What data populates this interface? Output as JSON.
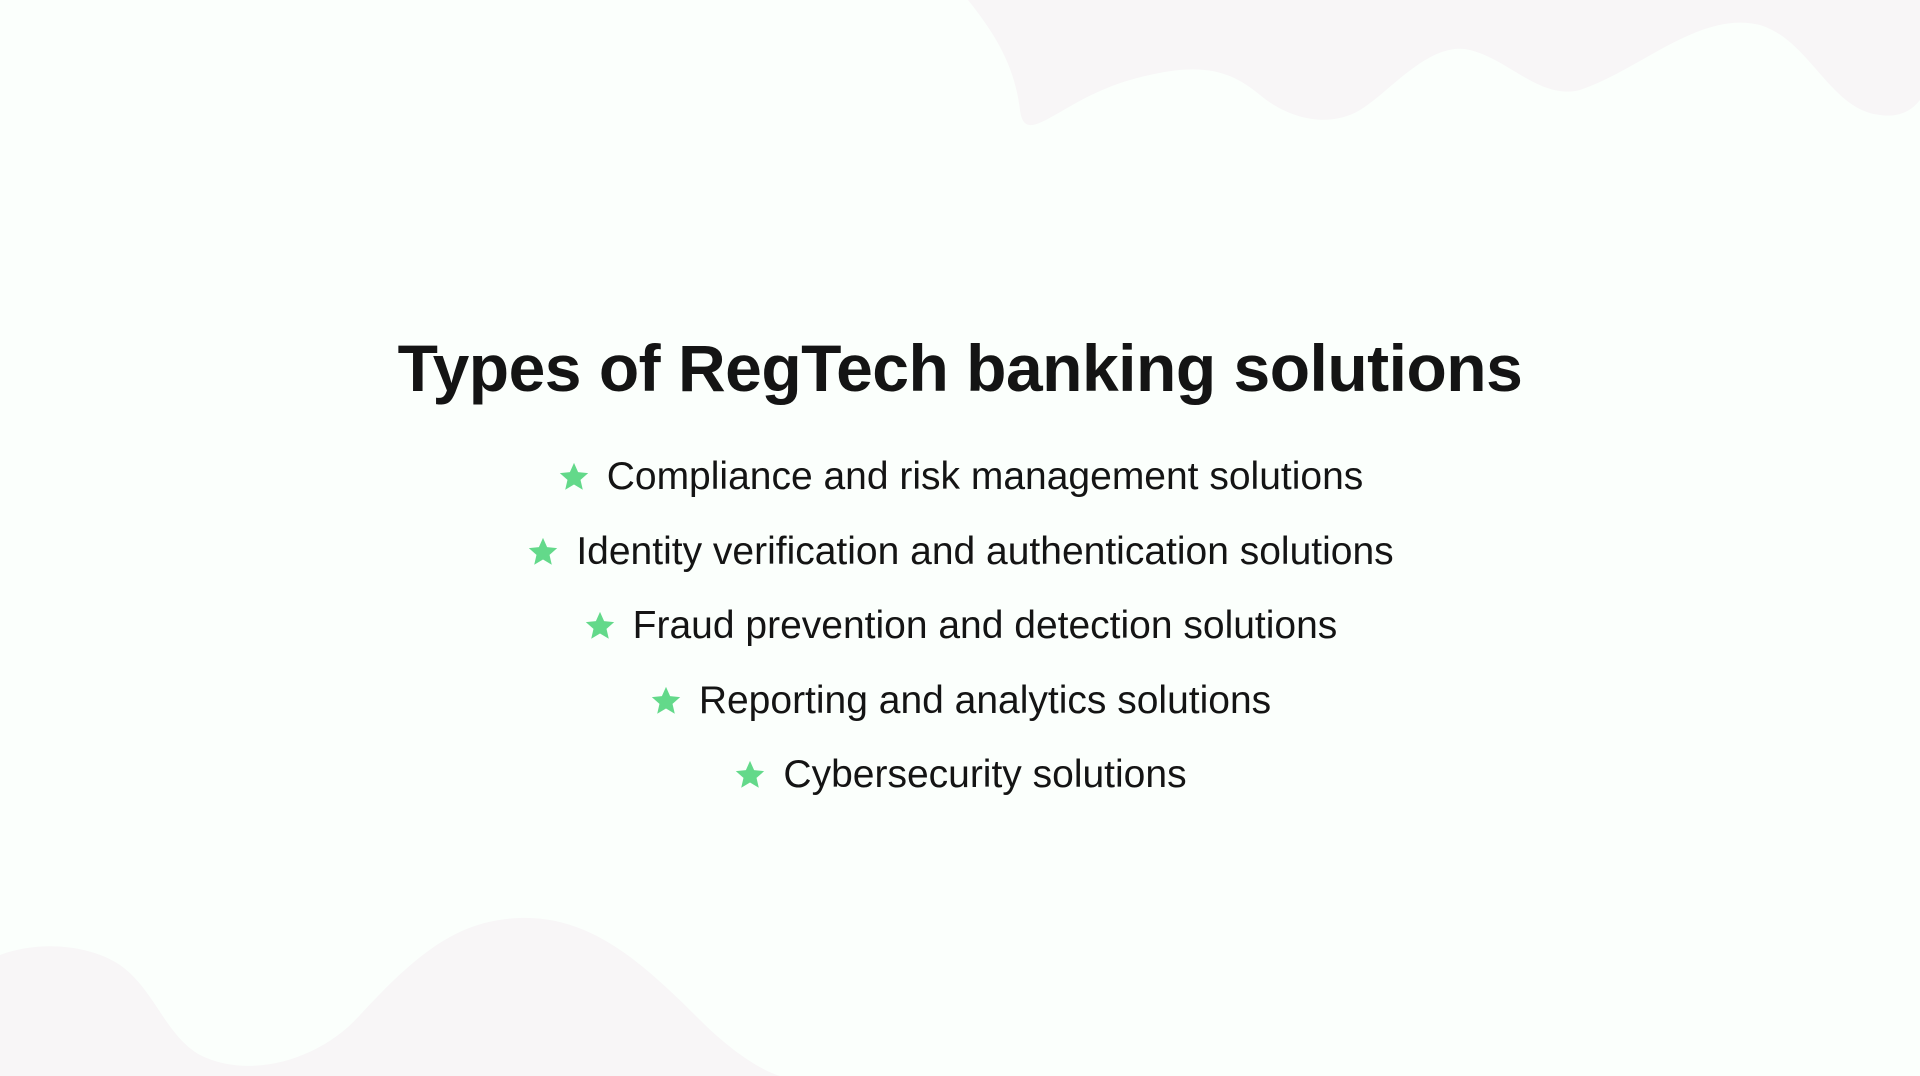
{
  "slide": {
    "title": "Types of RegTech banking solutions",
    "bullet_icon": "star-icon",
    "accent_color": "#63d98a",
    "background_color": "#fbfffc",
    "blob_color": "#f8f6f7",
    "items": [
      {
        "label": "Compliance and risk management solutions"
      },
      {
        "label": "Identity verification and authentication solutions"
      },
      {
        "label": "Fraud prevention and detection solutions"
      },
      {
        "label": "Reporting and analytics solutions"
      },
      {
        "label": "Cybersecurity solutions"
      }
    ]
  }
}
